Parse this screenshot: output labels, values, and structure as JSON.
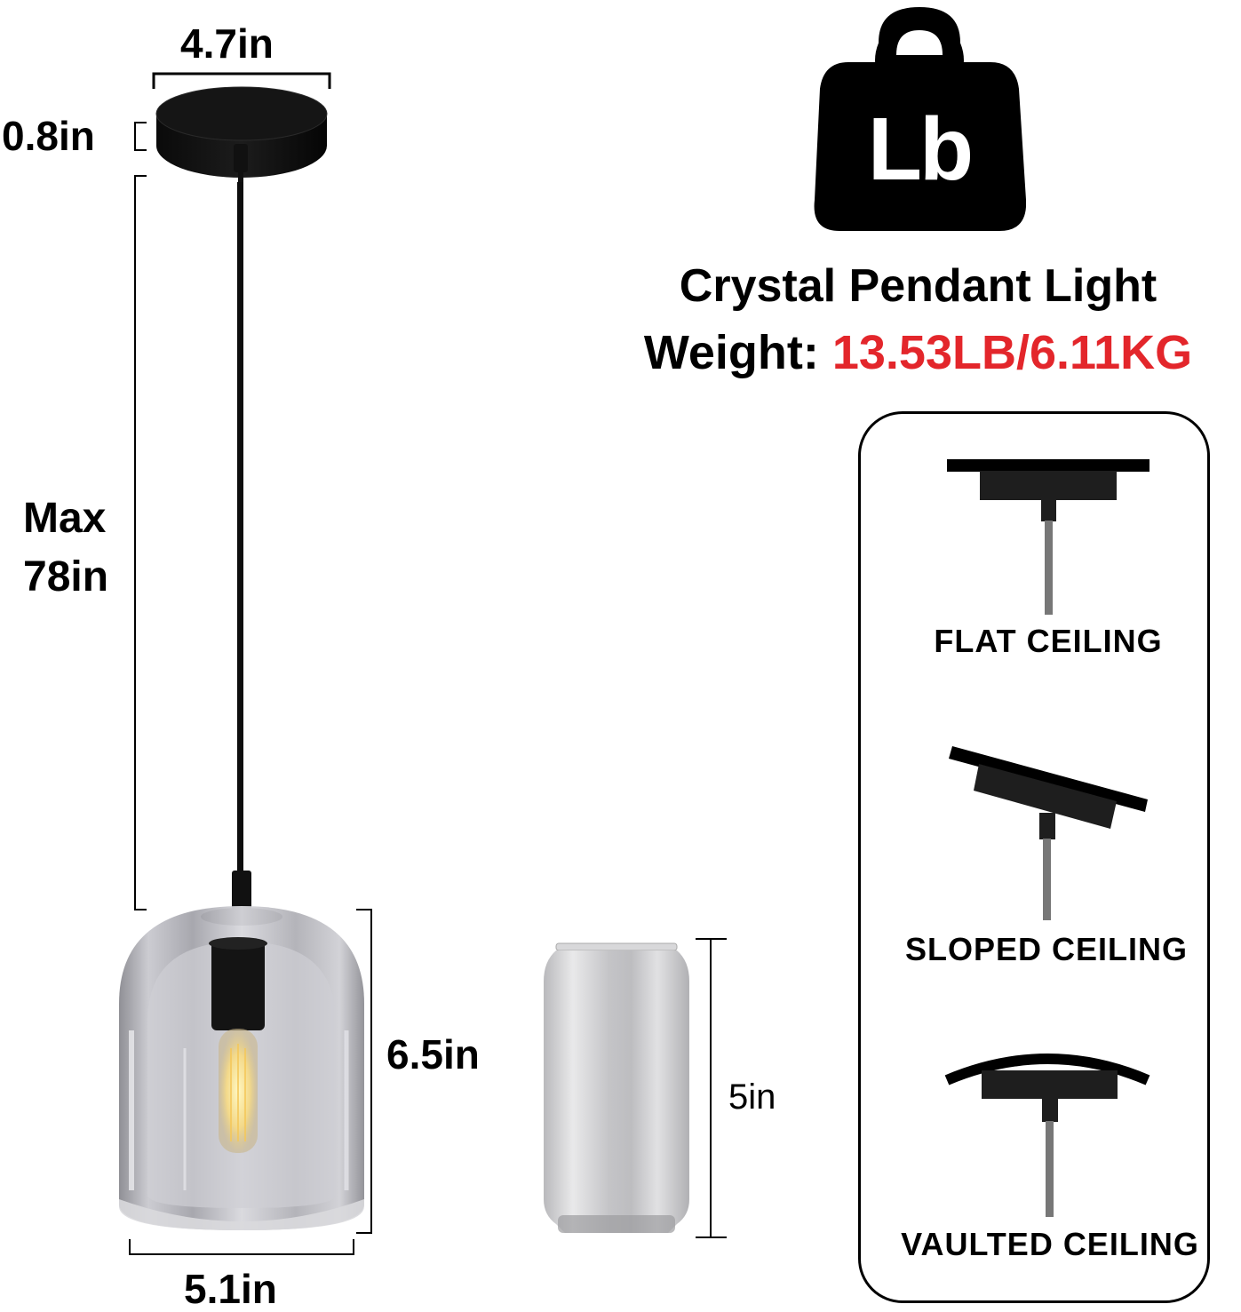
{
  "dimensions": {
    "canopy_width": "4.7in",
    "canopy_height": "0.8in",
    "cord_length_line1": "Max",
    "cord_length_line2": "78in",
    "shade_height": "6.5in",
    "shade_width": "5.1in",
    "can_height": "5in"
  },
  "weight_icon": {
    "icon": "weight-icon",
    "label": "Lb"
  },
  "product": {
    "title": "Crystal Pendant Light",
    "weight_label": "Weight:",
    "weight_value": "13.53LB/6.11KG",
    "weight_color": "#e3262b"
  },
  "ceiling_types": [
    {
      "label": "FLAT CEILING",
      "icon": "flat-ceiling-icon"
    },
    {
      "label": "SLOPED CEILING",
      "icon": "sloped-ceiling-icon"
    },
    {
      "label": "VAULTED CEILING",
      "icon": "vaulted-ceiling-icon"
    }
  ],
  "colors": {
    "ink": "#000000",
    "fixture_gray": "#777777",
    "glass_gray": "#b9b9bd"
  }
}
